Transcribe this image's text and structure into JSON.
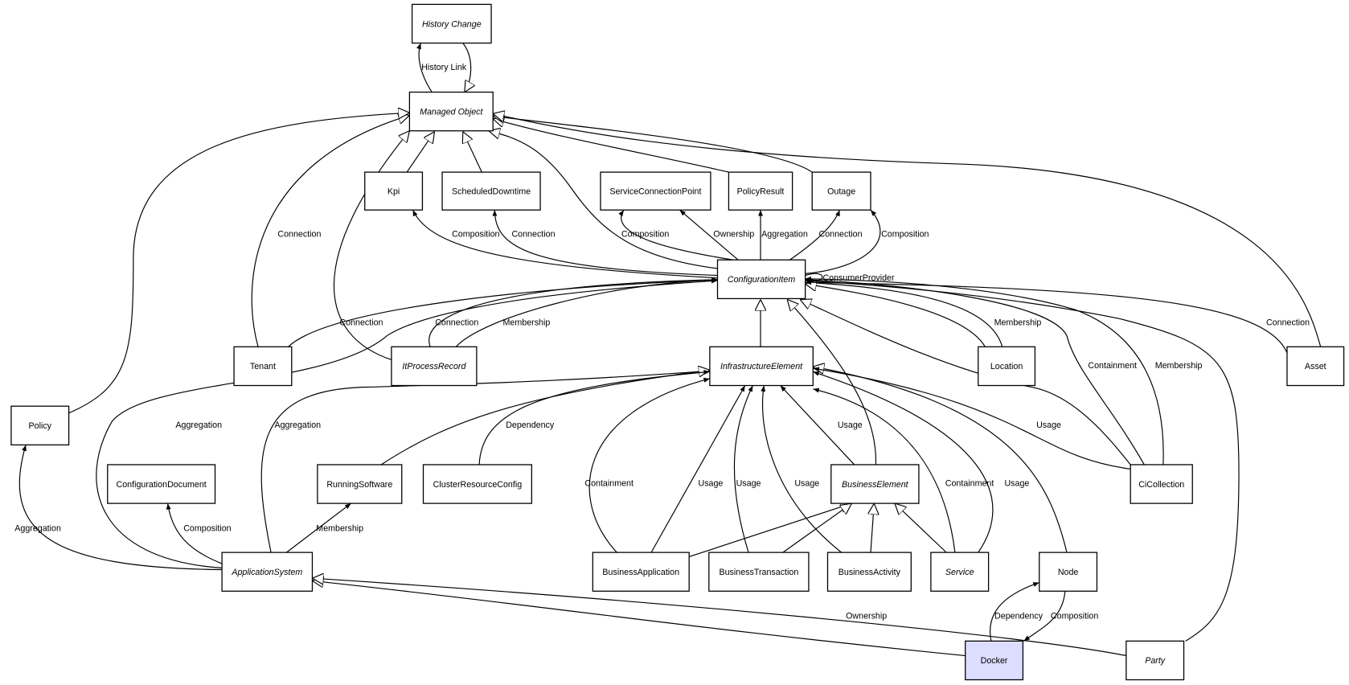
{
  "colors": {
    "highlight_fill": "#ddddff",
    "default_fill": "#ffffff",
    "stroke": "#000000"
  },
  "nodes": [
    {
      "id": "HistoryChange",
      "label": "History Change",
      "italic": true
    },
    {
      "id": "ManagedObject",
      "label": "Managed Object",
      "italic": true
    },
    {
      "id": "Kpi",
      "label": "Kpi",
      "italic": false
    },
    {
      "id": "ScheduledDowntime",
      "label": "ScheduledDowntime",
      "italic": false
    },
    {
      "id": "ServiceConnectionPoint",
      "label": "ServiceConnectionPoint",
      "italic": false
    },
    {
      "id": "PolicyResult",
      "label": "PolicyResult",
      "italic": false
    },
    {
      "id": "Outage",
      "label": "Outage",
      "italic": false
    },
    {
      "id": "ConfigurationItem",
      "label": "ConfigurationItem",
      "italic": true
    },
    {
      "id": "Tenant",
      "label": "Tenant",
      "italic": false
    },
    {
      "id": "ItProcessRecord",
      "label": "ItProcessRecord",
      "italic": true
    },
    {
      "id": "InfrastructureElement",
      "label": "InfrastructureElement",
      "italic": true
    },
    {
      "id": "Location",
      "label": "Location",
      "italic": false
    },
    {
      "id": "Asset",
      "label": "Asset",
      "italic": false
    },
    {
      "id": "Policy",
      "label": "Policy",
      "italic": false
    },
    {
      "id": "ConfigurationDocument",
      "label": "ConfigurationDocument",
      "italic": false
    },
    {
      "id": "RunningSoftware",
      "label": "RunningSoftware",
      "italic": false
    },
    {
      "id": "ClusterResourceConfig",
      "label": "ClusterResourceConfig",
      "italic": false
    },
    {
      "id": "BusinessElement",
      "label": "BusinessElement",
      "italic": true
    },
    {
      "id": "CiCollection",
      "label": "CiCollection",
      "italic": false
    },
    {
      "id": "ApplicationSystem",
      "label": "ApplicationSystem",
      "italic": true
    },
    {
      "id": "BusinessApplication",
      "label": "BusinessApplication",
      "italic": false
    },
    {
      "id": "BusinessTransaction",
      "label": "BusinessTransaction",
      "italic": false
    },
    {
      "id": "BusinessActivity",
      "label": "BusinessActivity",
      "italic": false
    },
    {
      "id": "Service",
      "label": "Service",
      "italic": true
    },
    {
      "id": "Node",
      "label": "Node",
      "italic": false
    },
    {
      "id": "Docker",
      "label": "Docker",
      "italic": false,
      "highlighted": true
    },
    {
      "id": "Party",
      "label": "Party",
      "italic": true
    }
  ],
  "edges": [
    {
      "from": "ManagedObject",
      "to": "HistoryChange",
      "label": "History Link",
      "type": "association"
    },
    {
      "from": "HistoryChange",
      "to": "ManagedObject",
      "label": "",
      "type": "generalization"
    },
    {
      "from": "Kpi",
      "to": "ManagedObject",
      "label": "",
      "type": "generalization"
    },
    {
      "from": "ScheduledDowntime",
      "to": "ManagedObject",
      "label": "",
      "type": "generalization"
    },
    {
      "from": "Tenant",
      "to": "ManagedObject",
      "label": "",
      "type": "generalization"
    },
    {
      "from": "ItProcessRecord",
      "to": "ManagedObject",
      "label": "Connection",
      "type": "generalization"
    },
    {
      "from": "Policy",
      "to": "ManagedObject",
      "label": "",
      "type": "generalization"
    },
    {
      "from": "ConfigurationItem",
      "to": "ManagedObject",
      "label": "",
      "type": "generalization"
    },
    {
      "from": "PolicyResult",
      "to": "ManagedObject",
      "label": "",
      "type": "generalization"
    },
    {
      "from": "Outage",
      "to": "ManagedObject",
      "label": "",
      "type": "generalization"
    },
    {
      "from": "Asset",
      "to": "ManagedObject",
      "label": "",
      "type": "generalization"
    },
    {
      "from": "ConfigurationItem",
      "to": "Kpi",
      "label": "Composition",
      "type": "association"
    },
    {
      "from": "ConfigurationItem",
      "to": "ScheduledDowntime",
      "label": "Connection",
      "type": "association"
    },
    {
      "from": "ConfigurationItem",
      "to": "ServiceConnectionPoint",
      "label": "Composition",
      "type": "association"
    },
    {
      "from": "ConfigurationItem",
      "to": "ServiceConnectionPoint",
      "label": "Ownership",
      "type": "association"
    },
    {
      "from": "ConfigurationItem",
      "to": "PolicyResult",
      "label": "Aggregation",
      "type": "association"
    },
    {
      "from": "ConfigurationItem",
      "to": "Outage",
      "label": "Connection",
      "type": "association"
    },
    {
      "from": "ConfigurationItem",
      "to": "Outage",
      "label": "Composition",
      "type": "association"
    },
    {
      "from": "ConfigurationItem",
      "to": "ConfigurationItem",
      "label": "ConsumerProvider",
      "type": "association"
    },
    {
      "from": "Tenant",
      "to": "ConfigurationItem",
      "label": "Connection",
      "type": "association"
    },
    {
      "from": "ItProcessRecord",
      "to": "ConfigurationItem",
      "label": "Connection",
      "type": "association"
    },
    {
      "from": "ItProcessRecord",
      "to": "ConfigurationItem",
      "label": "Membership",
      "type": "association"
    },
    {
      "from": "ApplicationSystem",
      "to": "ConfigurationItem",
      "label": "Aggregation",
      "type": "association"
    },
    {
      "from": "ApplicationSystem",
      "to": "InfrastructureElement",
      "label": "Aggregation",
      "type": "association"
    },
    {
      "from": "InfrastructureElement",
      "to": "ConfigurationItem",
      "label": "",
      "type": "generalization"
    },
    {
      "from": "BusinessElement",
      "to": "ConfigurationItem",
      "label": "",
      "type": "generalization"
    },
    {
      "from": "CiCollection",
      "to": "ConfigurationItem",
      "label": "",
      "type": "generalization"
    },
    {
      "from": "Location",
      "to": "ConfigurationItem",
      "label": "Membership",
      "type": "association"
    },
    {
      "from": "Location",
      "to": "ConfigurationItem",
      "label": "",
      "type": "generalization"
    },
    {
      "from": "CiCollection",
      "to": "ConfigurationItem",
      "label": "Containment",
      "type": "association"
    },
    {
      "from": "CiCollection",
      "to": "ConfigurationItem",
      "label": "Membership",
      "type": "association"
    },
    {
      "from": "Party",
      "to": "ConfigurationItem",
      "label": "",
      "type": "association"
    },
    {
      "from": "Asset",
      "to": "ConfigurationItem",
      "label": "Connection",
      "type": "association"
    },
    {
      "from": "RunningSoftware",
      "to": "InfrastructureElement",
      "label": "",
      "type": "generalization"
    },
    {
      "from": "ClusterResourceConfig",
      "to": "InfrastructureElement",
      "label": "Dependency",
      "type": "association"
    },
    {
      "from": "BusinessApplication",
      "to": "InfrastructureElement",
      "label": "Containment",
      "type": "association"
    },
    {
      "from": "BusinessApplication",
      "to": "InfrastructureElement",
      "label": "Usage",
      "type": "association"
    },
    {
      "from": "BusinessTransaction",
      "to": "InfrastructureElement",
      "label": "Usage",
      "type": "association"
    },
    {
      "from": "BusinessActivity",
      "to": "InfrastructureElement",
      "label": "Usage",
      "type": "association"
    },
    {
      "from": "BusinessElement",
      "to": "InfrastructureElement",
      "label": "Usage",
      "type": "association"
    },
    {
      "from": "Service",
      "to": "InfrastructureElement",
      "label": "Containment",
      "type": "association"
    },
    {
      "from": "Service",
      "to": "InfrastructureElement",
      "label": "Usage",
      "type": "association"
    },
    {
      "from": "Node",
      "to": "InfrastructureElement",
      "label": "",
      "type": "generalization"
    },
    {
      "from": "CiCollection",
      "to": "InfrastructureElement",
      "label": "Usage",
      "type": "association"
    },
    {
      "from": "BusinessApplication",
      "to": "BusinessElement",
      "label": "",
      "type": "generalization"
    },
    {
      "from": "BusinessTransaction",
      "to": "BusinessElement",
      "label": "",
      "type": "generalization"
    },
    {
      "from": "BusinessActivity",
      "to": "BusinessElement",
      "label": "",
      "type": "generalization"
    },
    {
      "from": "Service",
      "to": "BusinessElement",
      "label": "",
      "type": "generalization"
    },
    {
      "from": "ApplicationSystem",
      "to": "ConfigurationDocument",
      "label": "Composition",
      "type": "association"
    },
    {
      "from": "ApplicationSystem",
      "to": "RunningSoftware",
      "label": "Membership",
      "type": "association"
    },
    {
      "from": "ApplicationSystem",
      "to": "Policy",
      "label": "Aggregation",
      "type": "association"
    },
    {
      "from": "Docker",
      "to": "ApplicationSystem",
      "label": "",
      "type": "generalization"
    },
    {
      "from": "Party",
      "to": "ApplicationSystem",
      "label": "Ownership",
      "type": "generalization"
    },
    {
      "from": "Docker",
      "to": "Node",
      "label": "Dependency",
      "type": "association"
    },
    {
      "from": "Node",
      "to": "Docker",
      "label": "Composition",
      "type": "association"
    }
  ]
}
